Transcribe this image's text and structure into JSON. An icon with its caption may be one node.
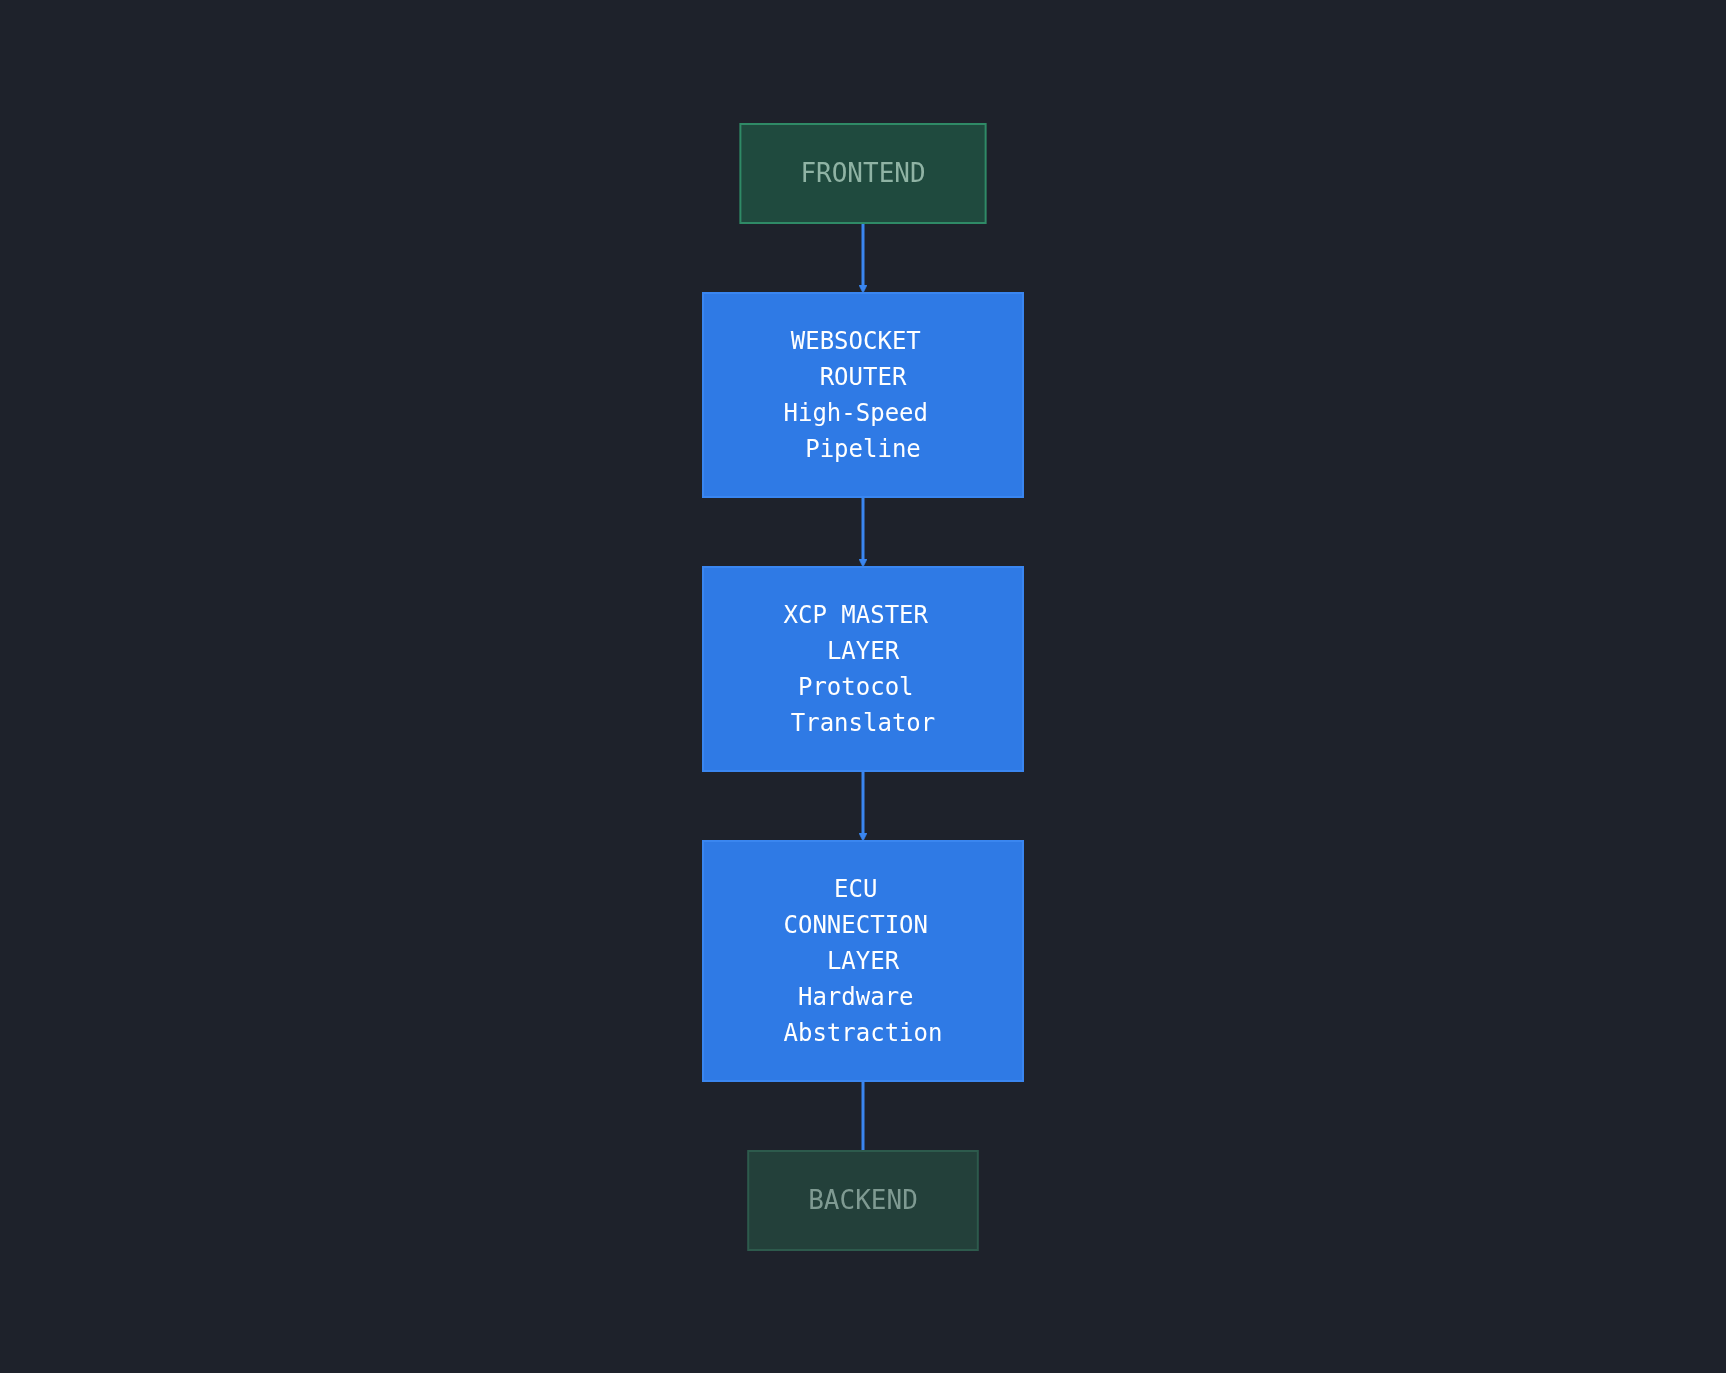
{
  "diagram": {
    "nodes": [
      {
        "text": [
          "FRONTEND"
        ]
      },
      {
        "text": [
          "BACKEND"
        ]
      },
      {
        "text": [
          "WEBSOCKET ROUTER",
          "High-Speed Pipeline"
        ]
      },
      {
        "text": [
          "XCP MASTER LAYER",
          "Protocol Translator"
        ]
      },
      {
        "text": [
          "ECU CONNECTION LAYER",
          "Hardware Abstraction"
        ]
      }
    ],
    "edges": [
      {
        "from": 0,
        "to": 2,
        "arrow": "to"
      },
      {
        "from": 2,
        "to": 3,
        "arrow": "to"
      },
      {
        "from": 3,
        "to": 4,
        "arrow": "to"
      },
      {
        "from": 4,
        "to": 1,
        "arrow": "none"
      }
    ]
  }
}
